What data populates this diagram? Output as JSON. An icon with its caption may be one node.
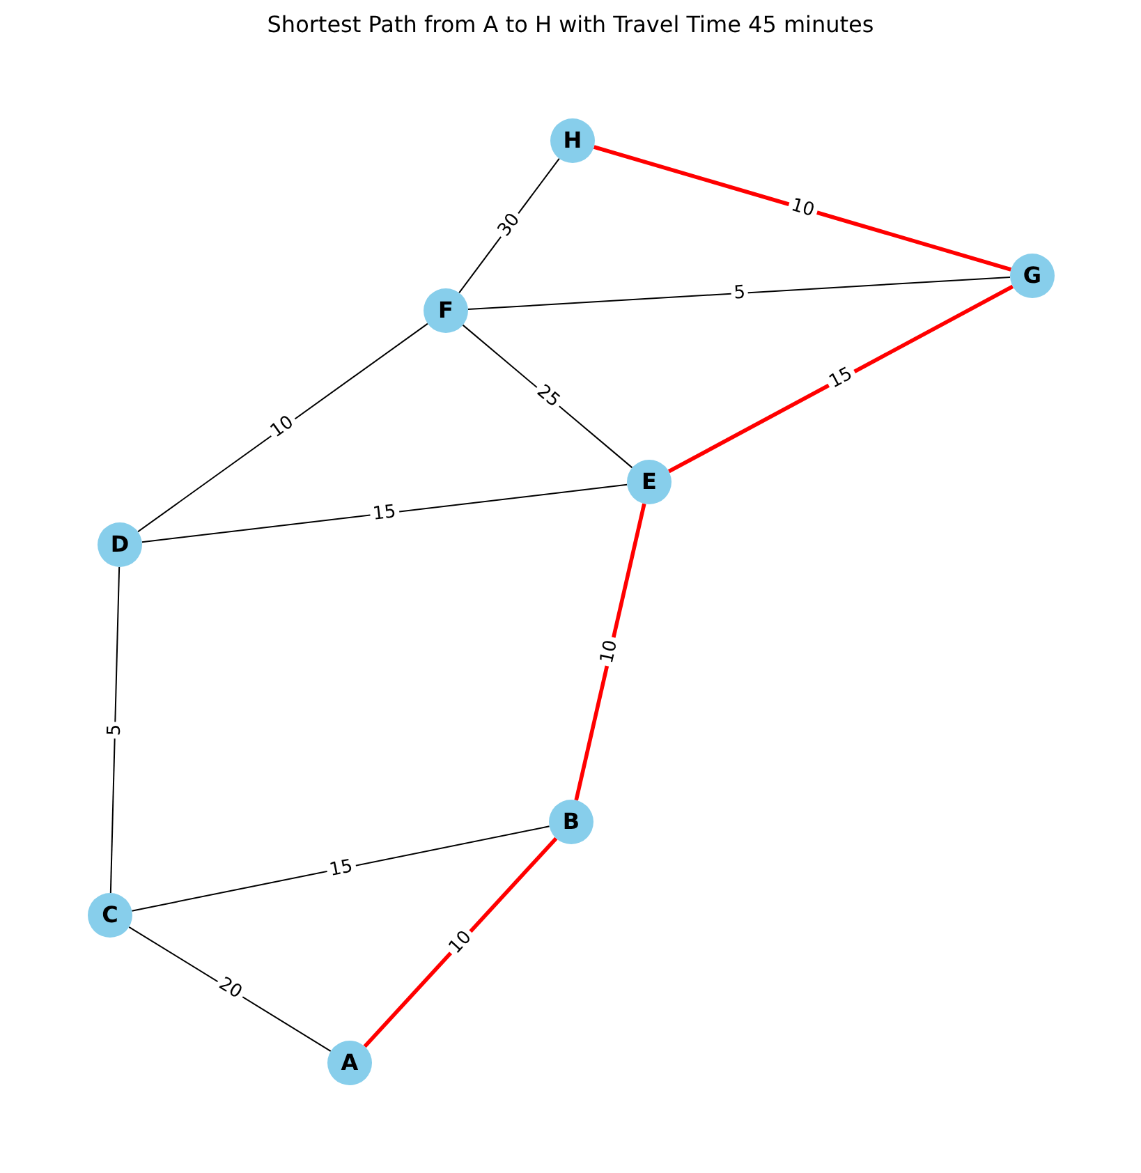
{
  "diagram": {
    "title": "Shortest Path from A to H with Travel Time 45 minutes",
    "nodes": [
      {
        "text": [
          "H"
        ]
      },
      {
        "text": [
          "G"
        ]
      },
      {
        "text": [
          "F"
        ]
      },
      {
        "text": [
          "E"
        ]
      },
      {
        "text": [
          "D"
        ]
      },
      {
        "text": [
          "B"
        ]
      },
      {
        "text": [
          "C"
        ]
      },
      {
        "text": [
          "A"
        ]
      }
    ],
    "edges": [
      {
        "from": 0,
        "to": 1,
        "arrow": "none",
        "label": "10",
        "style": "thick",
        "color": "#ff0000"
      },
      {
        "from": 2,
        "to": 0,
        "arrow": "none",
        "label": "30"
      },
      {
        "from": 2,
        "to": 1,
        "arrow": "none",
        "label": "5"
      },
      {
        "from": 2,
        "to": 3,
        "arrow": "none",
        "label": "25"
      },
      {
        "from": 3,
        "to": 1,
        "arrow": "none",
        "label": "15",
        "style": "thick",
        "color": "#ff0000"
      },
      {
        "from": 4,
        "to": 2,
        "arrow": "none",
        "label": "10"
      },
      {
        "from": 4,
        "to": 3,
        "arrow": "none",
        "label": "15"
      },
      {
        "from": 4,
        "to": 6,
        "arrow": "none",
        "label": "5"
      },
      {
        "from": 5,
        "to": 3,
        "arrow": "none",
        "label": "10",
        "style": "thick",
        "color": "#ff0000"
      },
      {
        "from": 6,
        "to": 5,
        "arrow": "none",
        "label": "15"
      },
      {
        "from": 6,
        "to": 7,
        "arrow": "none",
        "label": "20"
      },
      {
        "from": 7,
        "to": 5,
        "arrow": "none",
        "label": "10",
        "style": "thick",
        "color": "#ff0000"
      }
    ]
  }
}
